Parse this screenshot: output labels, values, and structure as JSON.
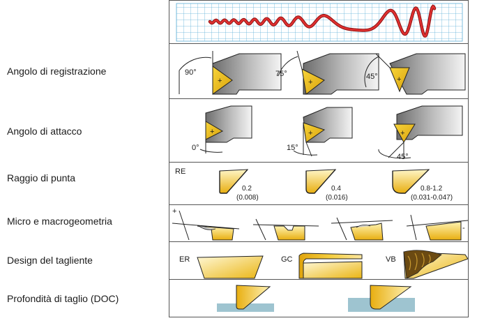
{
  "rows": [
    {
      "label": "Angolo di registrazione"
    },
    {
      "label": "Angolo di attacco"
    },
    {
      "label": "Raggio di punta"
    },
    {
      "label": "Micro e macrogeometria"
    },
    {
      "label": "Design del tagliente"
    },
    {
      "label": "Profondità di taglio (DOC)"
    }
  ],
  "registration_angles": [
    "90°",
    "75°",
    "45°"
  ],
  "attack_angles": [
    "0°",
    "15°",
    "45°"
  ],
  "nose_radius": {
    "heading": "RE",
    "items": [
      {
        "mm": "0.2",
        "inch": "(0.008)"
      },
      {
        "mm": "0.4",
        "inch": "(0.016)"
      },
      {
        "mm": "0.8-1.2",
        "inch": "(0.031-0.047)"
      }
    ]
  },
  "geometry_signs": {
    "plus": "+",
    "minus": "-"
  },
  "edge_designs": [
    "ER",
    "GC",
    "VB"
  ],
  "colors": {
    "insert": "#f2c416",
    "wave": "#d42020",
    "grid": "#5fb0d8",
    "workpiece": "#9ec4d0"
  }
}
